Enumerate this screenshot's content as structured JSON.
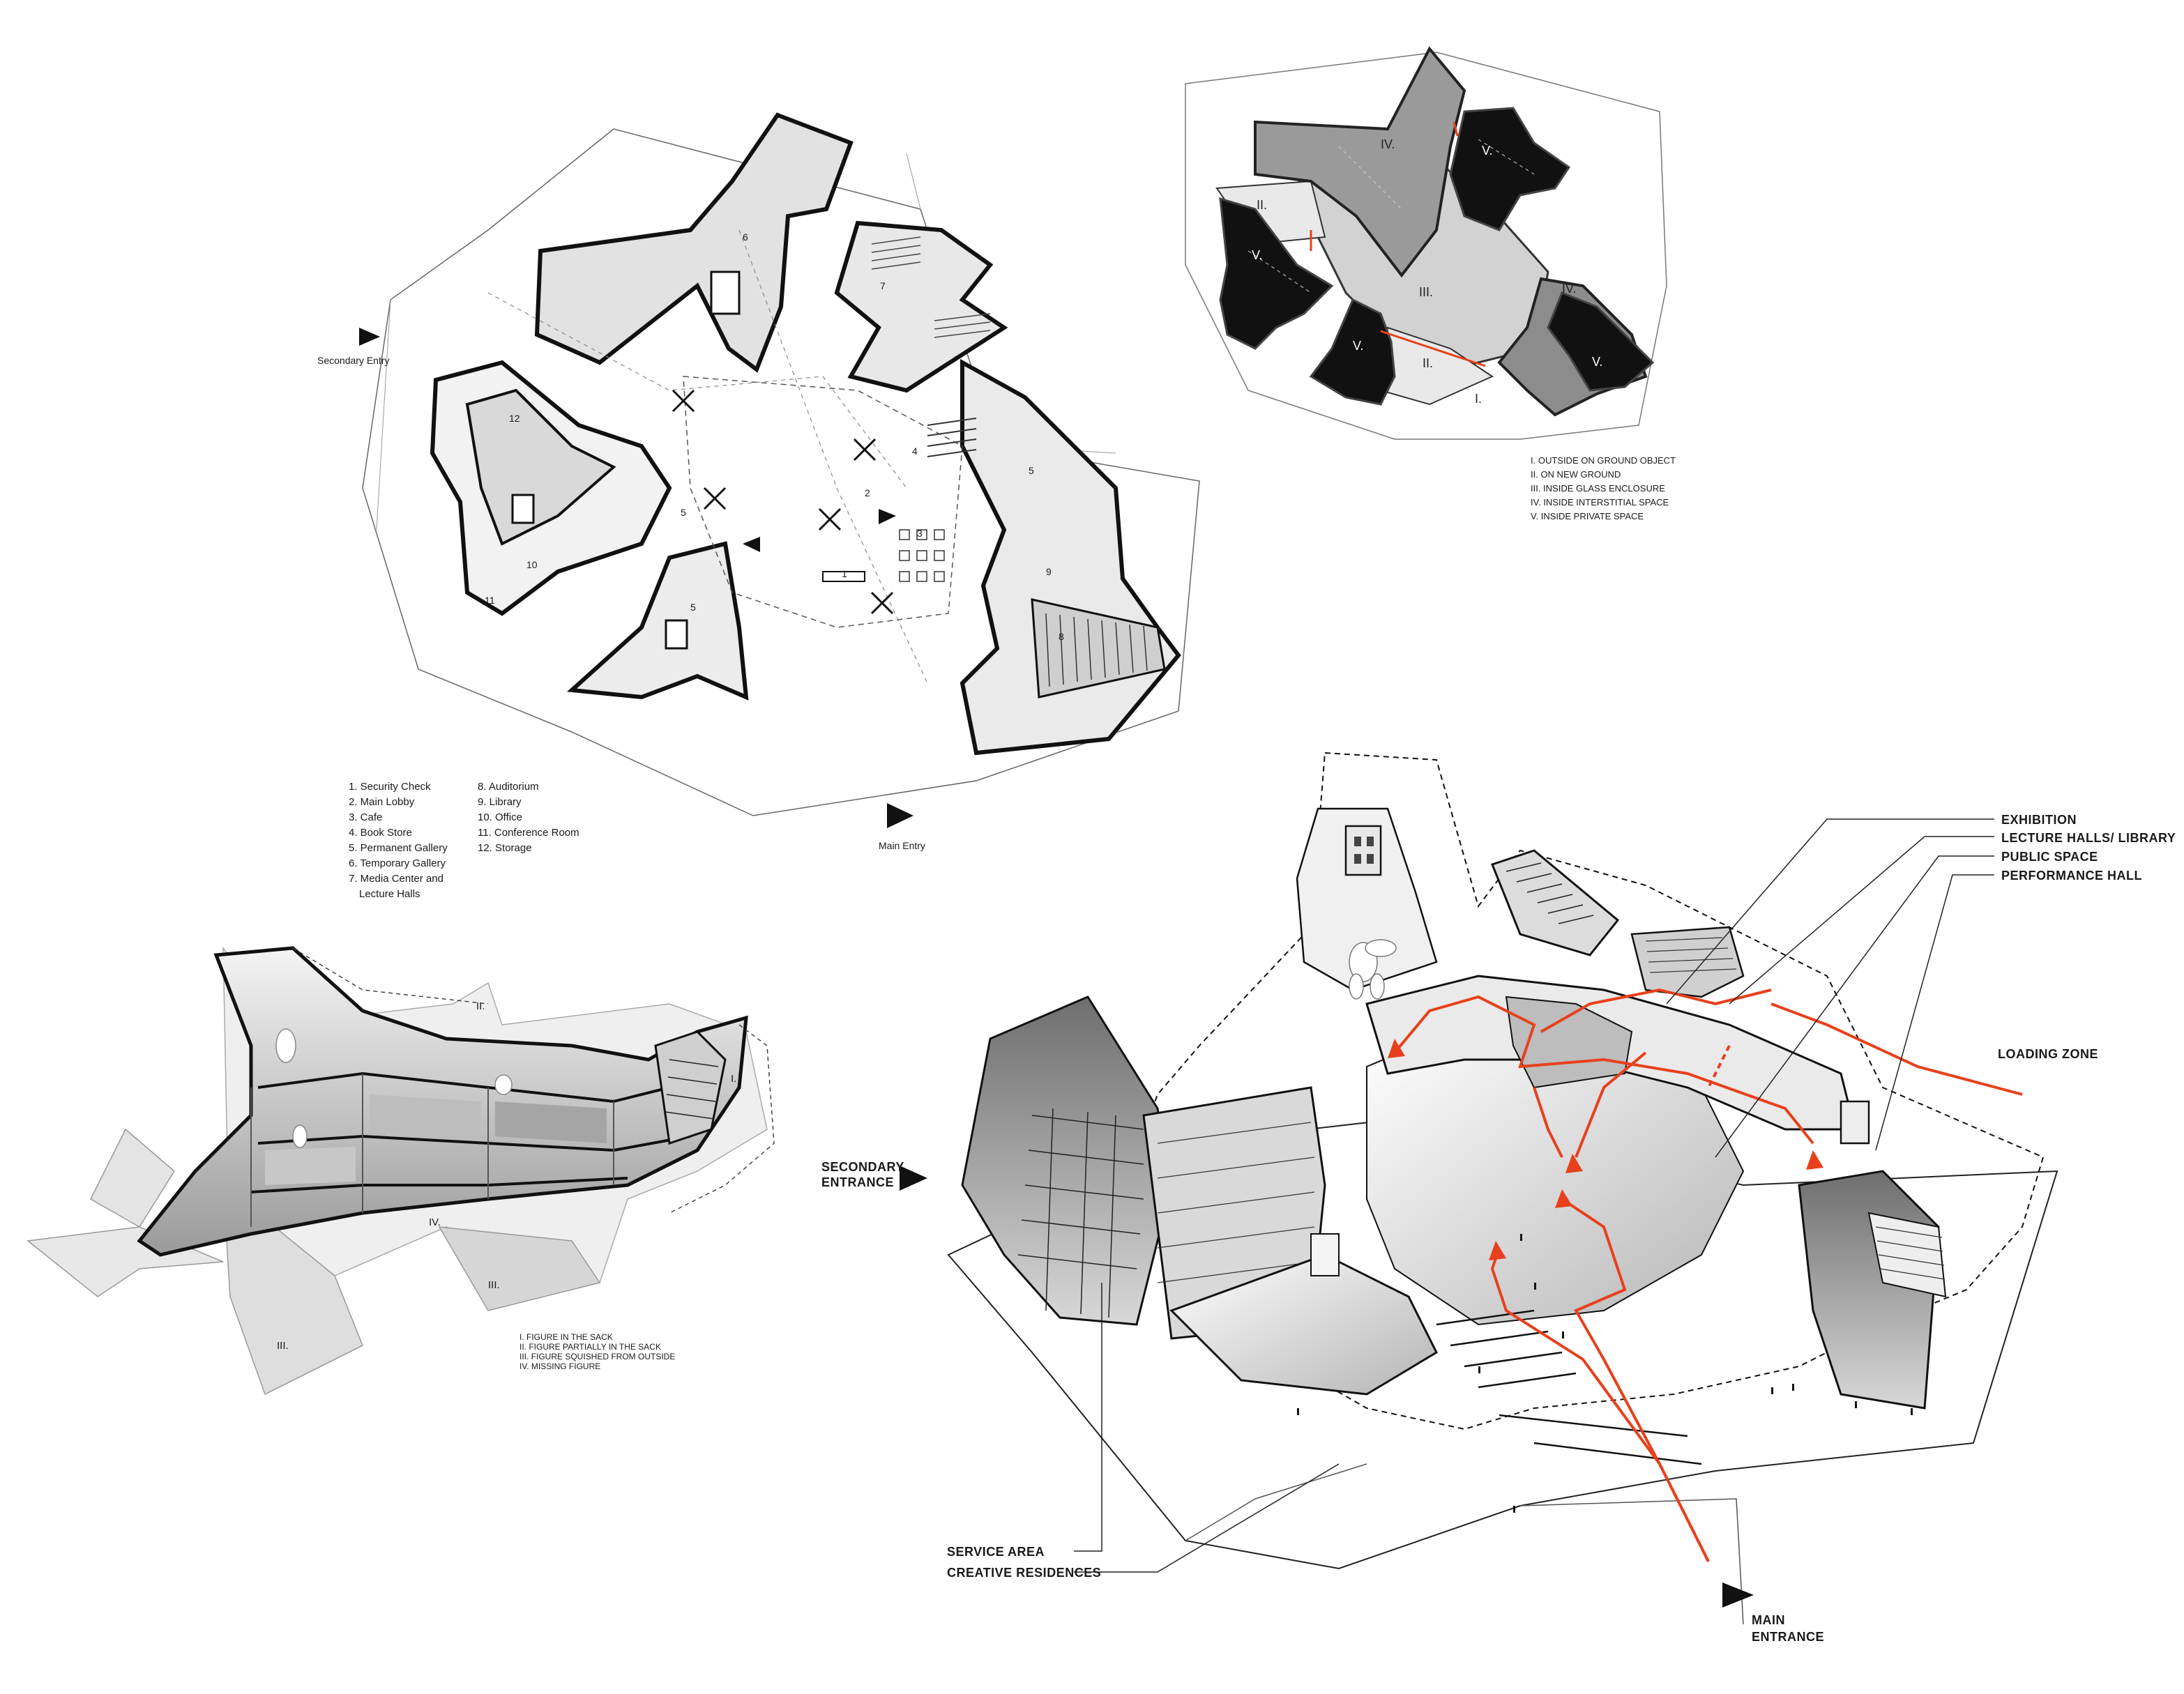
{
  "floor_plan": {
    "secondary_entry": "Secondary Entry",
    "main_entry": "Main Entry",
    "legend_col1": [
      "1. Security Check",
      "2. Main Lobby",
      "3. Cafe",
      "4. Book Store",
      "5. Permanent Gallery",
      "6. Temporary Gallery",
      "7. Media Center and",
      "   Lecture Halls"
    ],
    "legend_col2": [
      "8. Auditorium",
      "9. Library",
      "10. Office",
      "11. Conference Room",
      "12. Storage"
    ],
    "room_numbers": [
      "1",
      "2",
      "3",
      "4",
      "5",
      "5",
      "5",
      "6",
      "7",
      "8",
      "9",
      "10",
      "11",
      "12"
    ]
  },
  "zone_diagram": {
    "zone_labels": [
      "IV.",
      "V.",
      "II.",
      "V.",
      "III.",
      "IV.",
      "V.",
      "II.",
      "V.",
      "I."
    ],
    "legend": [
      "I.    OUTSIDE ON GROUND OBJECT",
      "II.   ON NEW GROUND",
      "III.  INSIDE GLASS ENCLOSURE",
      "IV.   INSIDE INTERSTITIAL SPACE",
      "V.    INSIDE PRIVATE SPACE"
    ]
  },
  "section": {
    "zone_labels": [
      "II.",
      "I.",
      "IV.",
      "III.",
      "III."
    ],
    "legend": [
      "I. FIGURE IN THE SACK",
      "II. FIGURE PARTIALLY IN THE SACK",
      "III. FIGURE SQUISHED FROM OUTSIDE",
      "IV. MISSING FIGURE"
    ]
  },
  "axonometric": {
    "labels": {
      "exhibition": "EXHIBITION",
      "lecture": "LECTURE HALLS/ LIBRARY",
      "public": "PUBLIC SPACE",
      "performance": "PERFORMANCE HALL",
      "loading": "LOADING ZONE",
      "secondary_1": "SECONDARY",
      "secondary_2": "ENTRANCE",
      "service": "SERVICE AREA",
      "creative": "CREATIVE RESIDENCES",
      "main_1": "MAIN",
      "main_2": "ENTRANCE"
    }
  },
  "colors": {
    "accent": "#e8401c",
    "ink": "#1a1a1a",
    "dark_zone": "#111111",
    "mid_zone": "#8c8c8c",
    "light_zone": "#cfcfcf"
  }
}
